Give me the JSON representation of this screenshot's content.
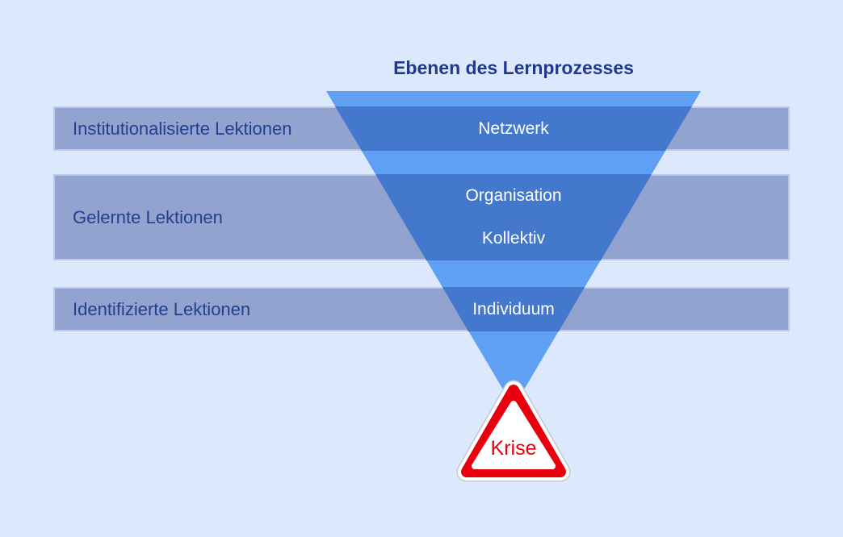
{
  "diagram": {
    "title": "Ebenen des Lernprozesses",
    "bars": [
      {
        "label": "Institutionalisierte Lektionen"
      },
      {
        "label": "Gelernte Lektionen"
      },
      {
        "label": "Identifizierte Lektionen"
      }
    ],
    "funnel_levels": [
      {
        "name": "Netzwerk"
      },
      {
        "name": "Organisation"
      },
      {
        "name": "Kollektiv"
      },
      {
        "name": "Individuum"
      }
    ],
    "crisis_label": "Krise",
    "colors": {
      "background": "#dce8fc",
      "bar_fill": "#92a3cf",
      "bar_border": "#bcc9e6",
      "funnel_light": "#60a0f4",
      "funnel_dark": "#4478cd",
      "heading_text": "#20398c",
      "funnel_text": "#ffffff",
      "warning_red": "#e8000f"
    }
  }
}
